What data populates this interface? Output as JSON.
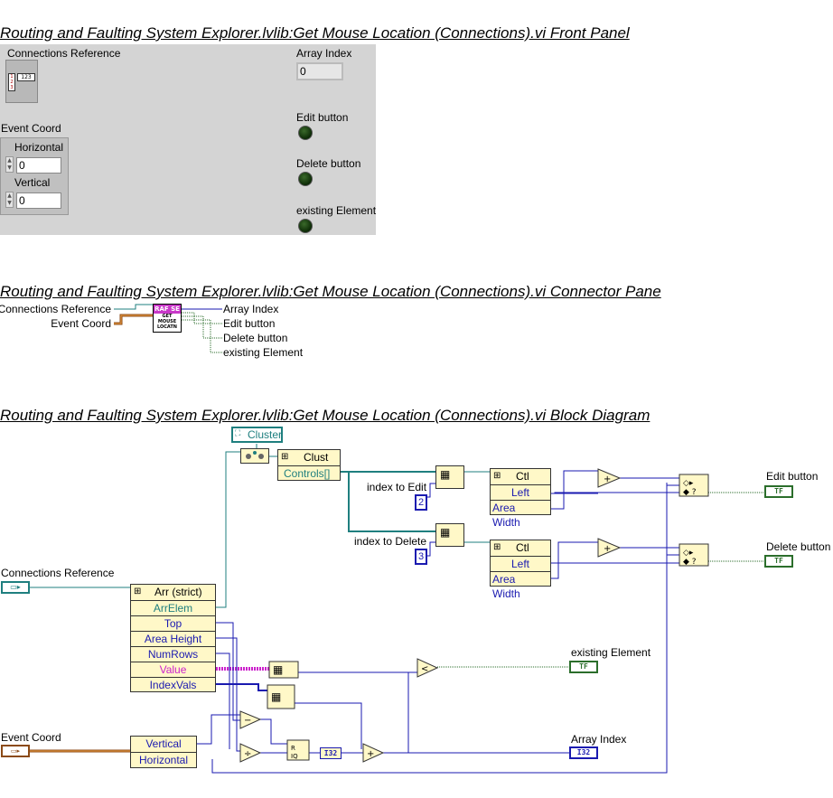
{
  "titles": {
    "front_panel": "Routing and Faulting System Explorer.lvlib:Get Mouse Location (Connections).vi Front Panel",
    "connector_pane": "Routing and Faulting System Explorer.lvlib:Get Mouse Location (Connections).vi Connector Pane",
    "block_diagram": "Routing and Faulting System Explorer.lvlib:Get Mouse Location (Connections).vi Block Diagram"
  },
  "front_panel": {
    "connections_reference_label": "Connections Reference",
    "array_index_label": "Array Index",
    "array_index_value": "0",
    "event_coord_label": "Event Coord",
    "horizontal_label": "Horizontal",
    "horizontal_value": "0",
    "vertical_label": "Vertical",
    "vertical_value": "0",
    "edit_button_label": "Edit button",
    "delete_button_label": "Delete button",
    "existing_element_label": "existing Element",
    "refnum_glyph": "123"
  },
  "connector_pane": {
    "inputs": [
      "Connections Reference",
      "Event Coord"
    ],
    "outputs": [
      "Array Index",
      "Edit button",
      "Delete button",
      "existing Element"
    ],
    "icon_top": "RAF SE",
    "icon_lines": [
      "GET",
      "MOUSE",
      "LOCATN"
    ]
  },
  "block_diagram": {
    "cluster_constant": "Cluster",
    "clust_node": {
      "header": "Clust",
      "row": "Controls[]"
    },
    "arr_node": {
      "header": "Arr (strict)",
      "rows": [
        "ArrElem",
        "Top",
        "Area Height",
        "NumRows",
        "Value",
        "IndexVals"
      ]
    },
    "ctl_node_1": {
      "header": "Ctl",
      "rows": [
        "Left",
        "Area Width"
      ]
    },
    "ctl_node_2": {
      "header": "Ctl",
      "rows": [
        "Left",
        "Area Width"
      ]
    },
    "coord_unbundle": {
      "rows": [
        "Vertical",
        "Horizontal"
      ]
    },
    "labels": {
      "connections_reference": "Connections Reference",
      "event_coord": "Event Coord",
      "index_to_edit": "index to Edit",
      "index_to_delete": "index to Delete",
      "edit_button": "Edit button",
      "delete_button": "Delete button",
      "existing_element": "existing Element",
      "array_index": "Array Index"
    },
    "constants": {
      "edit_index": "2",
      "delete_index": "3"
    },
    "terminals": {
      "bool": "TF",
      "i32": "I32"
    },
    "colors": {
      "refnum_wire": "#1f7f7f",
      "int_wire": "#1a1ab0",
      "bool_wire": "#2b6e2b",
      "cluster_wire": "#8b4a16",
      "variant_wire": "#cc22cc",
      "node_bg": "#fff8c8"
    }
  }
}
